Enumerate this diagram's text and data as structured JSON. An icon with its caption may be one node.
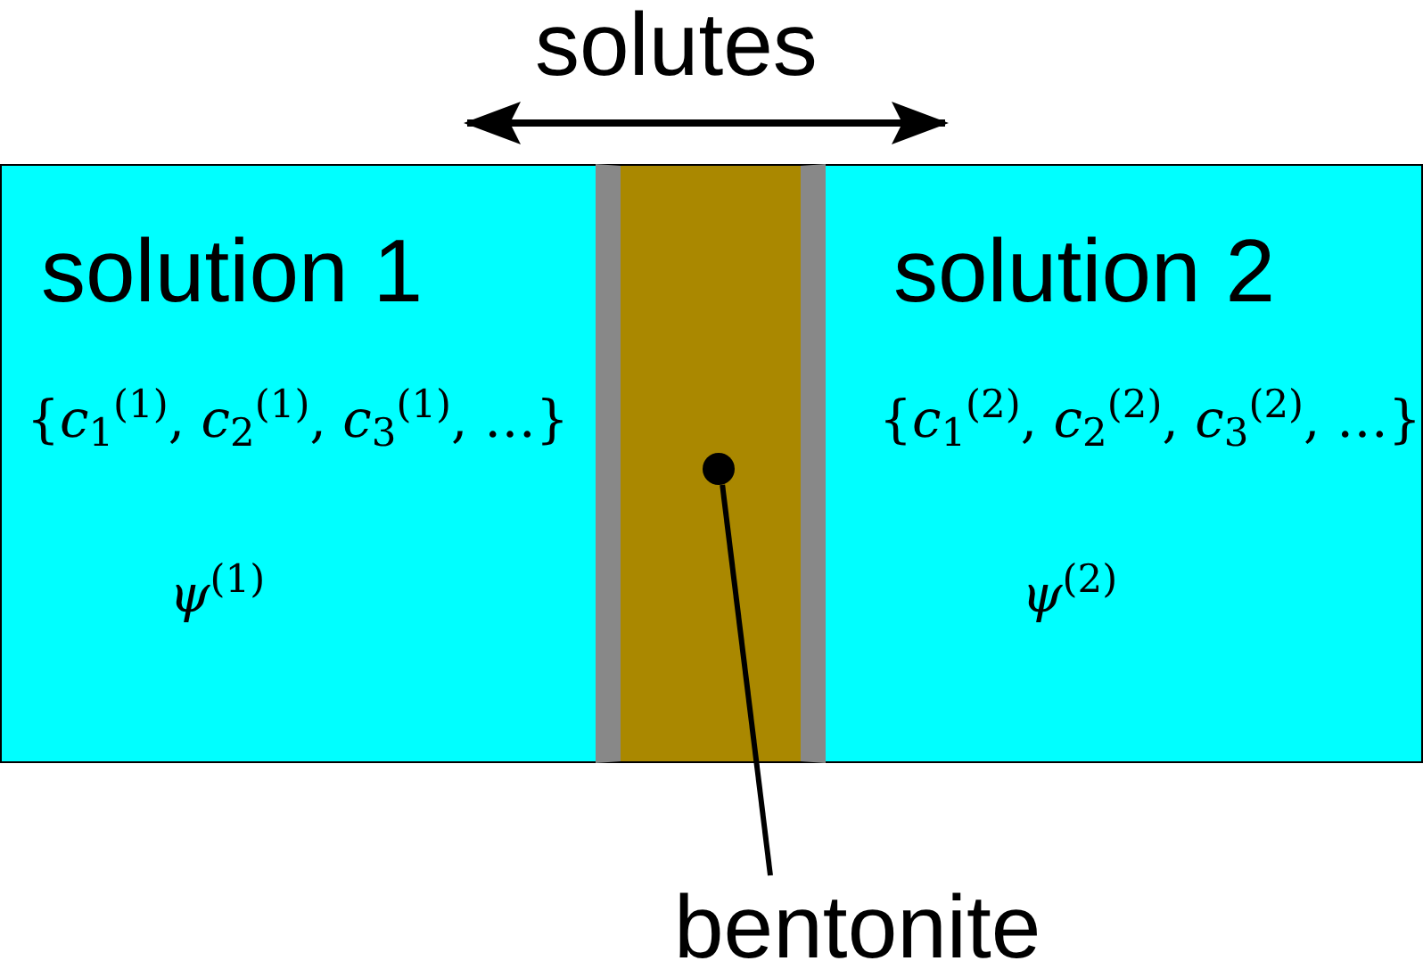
{
  "diagram": {
    "nodes": [
      {
        "text": [
          "solution 1",
          "{*c*$_{1}$$^{(1)}$, *c*$_{2}$$^{(1)}$, *c*$_{3}$$^{(1)}$, …}",
          "*ψ*$^{(1)}$"
        ]
      },
      {
        "text": [],
        "shape": "box"
      },
      {
        "text": [],
        "shape": "circle",
        "in": 1
      },
      {
        "text": [
          "solution 2",
          "{*c*$_{1}$$^{(2)}$, *c*$_{2}$$^{(2)}$, *c*$_{3}$$^{(2)}$, …}",
          "*ψ*$^{(2)}$"
        ]
      },
      {
        "text": [
          "bentonite"
        ]
      }
    ],
    "edges": [
      {
        "from": 4,
        "to": 2,
        "arrow": "none"
      }
    ],
    "labels": [
      "solutes"
    ]
  }
}
